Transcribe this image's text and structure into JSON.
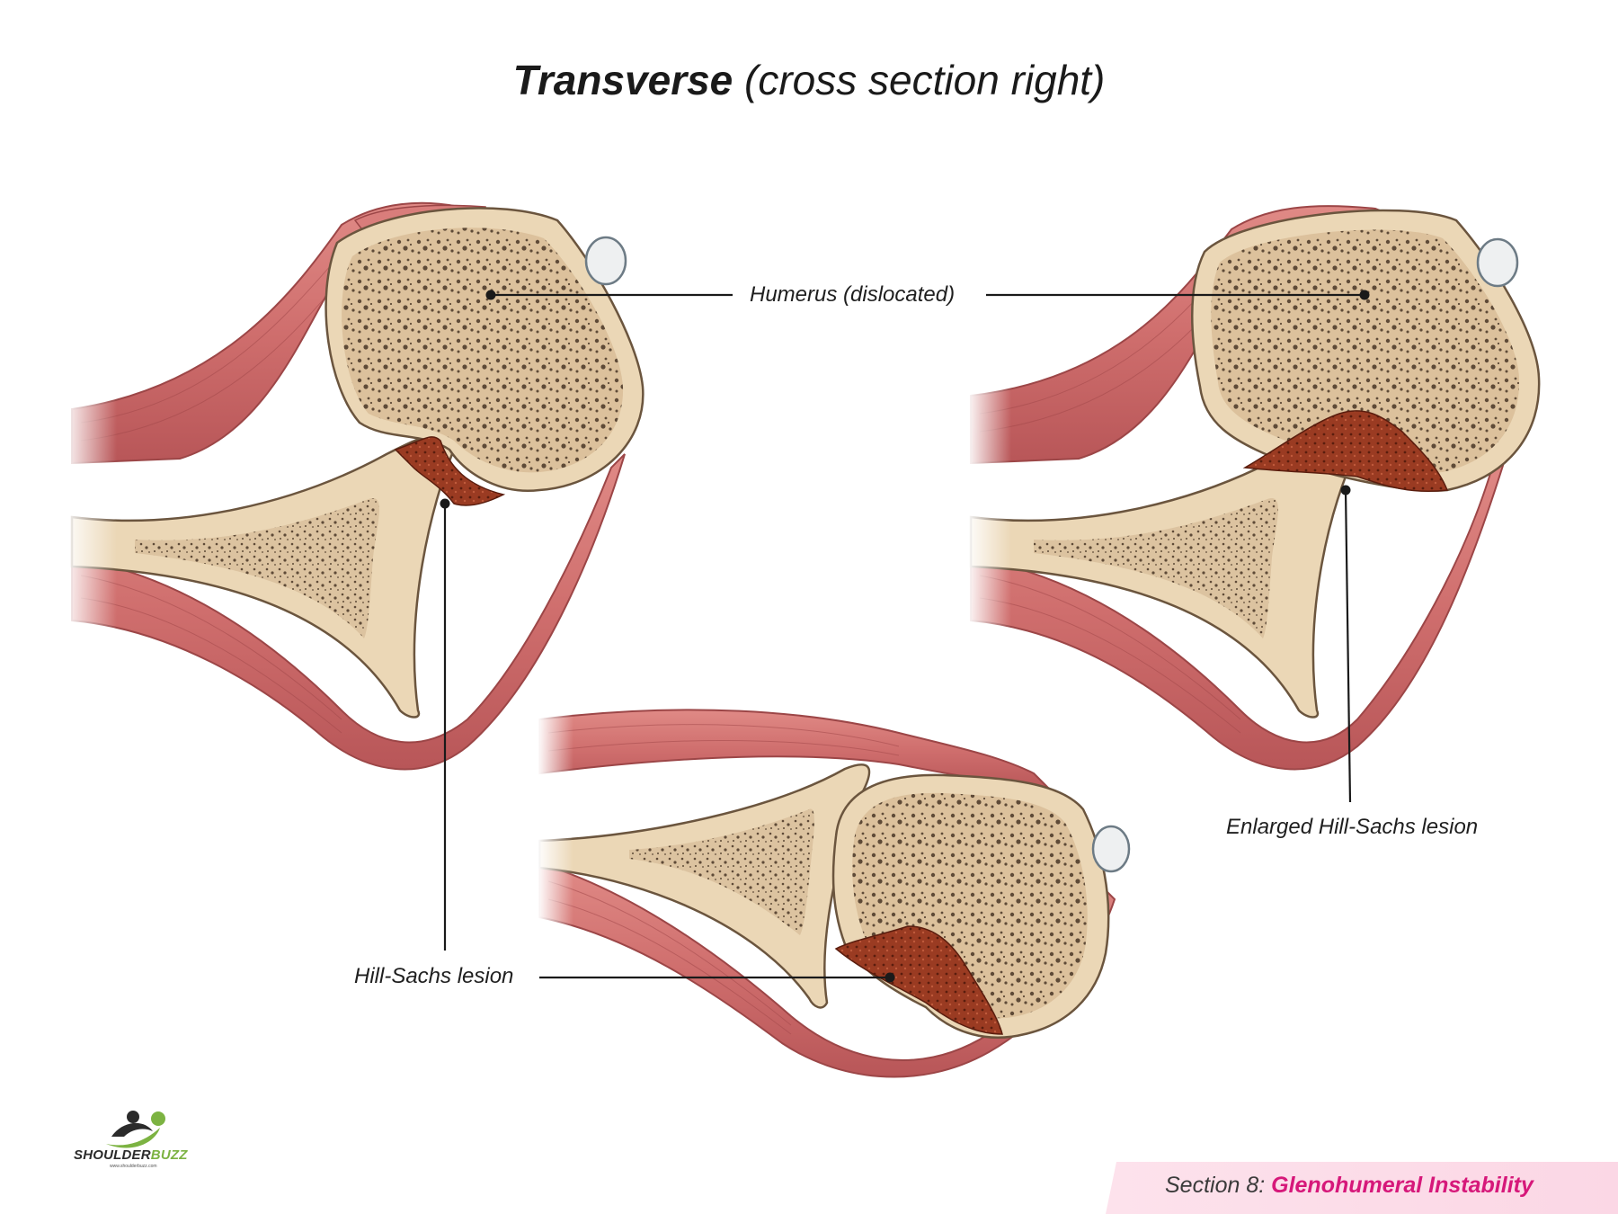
{
  "title": {
    "bold": "Transverse",
    "rest": "(cross section right)"
  },
  "labels": {
    "humerus": "Humerus (dislocated)",
    "hill_sachs": "Hill-Sachs lesion",
    "enlarged_hill_sachs": "Enlarged Hill-Sachs lesion"
  },
  "logo": {
    "name_a": "SHOULDER",
    "name_b": "BUZZ",
    "url": "www.shoulderbuzz.com"
  },
  "footer": {
    "section": "Section 8:",
    "topic": "Glenohumeral Instability"
  },
  "colors": {
    "muscle": "#cf6e6d",
    "muscle_dark": "#a84a4b",
    "bone": "#e8d4b4",
    "cancellous": "#cbb08c",
    "lesion": "#9a3b22",
    "accent": "#d6187a"
  }
}
